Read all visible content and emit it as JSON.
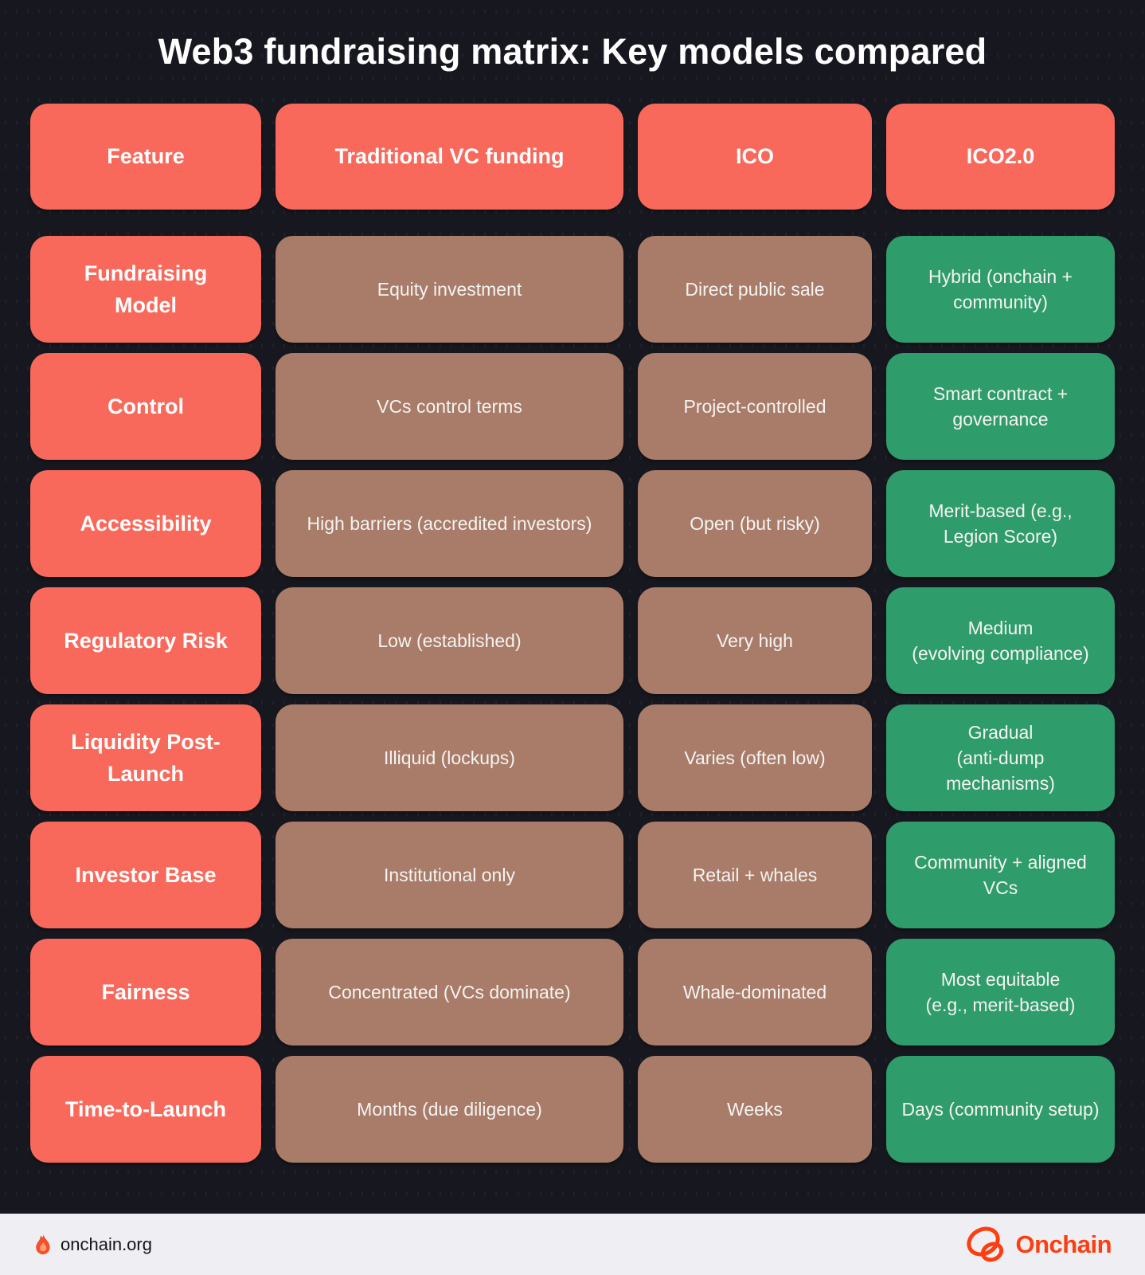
{
  "title": "Web3 fundraising matrix: Key models compared",
  "table": {
    "headers": [
      "Feature",
      "Traditional VC funding",
      "ICO",
      "ICO2.0"
    ],
    "rows": [
      [
        "Fundraising\nModel",
        "Equity investment",
        "Direct public sale",
        "Hybrid (onchain +\ncommunity)"
      ],
      [
        "Control",
        "VCs control terms",
        "Project-controlled",
        "Smart contract +\ngovernance"
      ],
      [
        "Accessibility",
        "High barriers (accredited investors)",
        "Open (but risky)",
        "Merit-based (e.g.,\nLegion Score)"
      ],
      [
        "Regulatory Risk",
        "Low (established)",
        "Very high",
        "Medium\n(evolving compliance)"
      ],
      [
        "Liquidity Post-\nLaunch",
        "Illiquid (lockups)",
        "Varies (often low)",
        "Gradual\n(anti-dump\nmechanisms)"
      ],
      [
        "Investor Base",
        "Institutional only",
        "Retail + whales",
        "Community + aligned\nVCs"
      ],
      [
        "Fairness",
        "Concentrated (VCs dominate)",
        "Whale-dominated",
        "Most equitable\n(e.g., merit-based)"
      ],
      [
        "Time-to-Launch",
        "Months (due diligence)",
        "Weeks",
        "Days (community setup)"
      ]
    ]
  },
  "footer": {
    "site": "onchain.org",
    "brand": "Onchain",
    "flame_icon": "flame-icon",
    "logo_icon": "onchain-rings-icon"
  },
  "colors": {
    "coral": "#f8695b",
    "brown": "#a87c69",
    "green": "#2f9c6b",
    "bg": "#17171f",
    "footer_bg": "#efeef3",
    "logo": "#fc3e10"
  },
  "chart_data": {
    "type": "table",
    "title": "Web3 fundraising matrix: Key models compared",
    "columns": [
      "Feature",
      "Traditional VC funding",
      "ICO",
      "ICO2.0"
    ],
    "rows": [
      [
        "Fundraising Model",
        "Equity investment",
        "Direct public sale",
        "Hybrid (onchain + community)"
      ],
      [
        "Control",
        "VCs control terms",
        "Project-controlled",
        "Smart contract + governance"
      ],
      [
        "Accessibility",
        "High barriers (accredited investors)",
        "Open (but risky)",
        "Merit-based (e.g., Legion Score)"
      ],
      [
        "Regulatory Risk",
        "Low (established)",
        "Very high",
        "Medium (evolving compliance)"
      ],
      [
        "Liquidity Post-Launch",
        "Illiquid (lockups)",
        "Varies (often low)",
        "Gradual (anti-dump mechanisms)"
      ],
      [
        "Investor Base",
        "Institutional only",
        "Retail + whales",
        "Community + aligned VCs"
      ],
      [
        "Fairness",
        "Concentrated (VCs dominate)",
        "Whale-dominated",
        "Most equitable (e.g., merit-based)"
      ],
      [
        "Time-to-Launch",
        "Months (due diligence)",
        "Weeks",
        "Days (community setup)"
      ]
    ],
    "legend_position": "none",
    "grid": false
  }
}
